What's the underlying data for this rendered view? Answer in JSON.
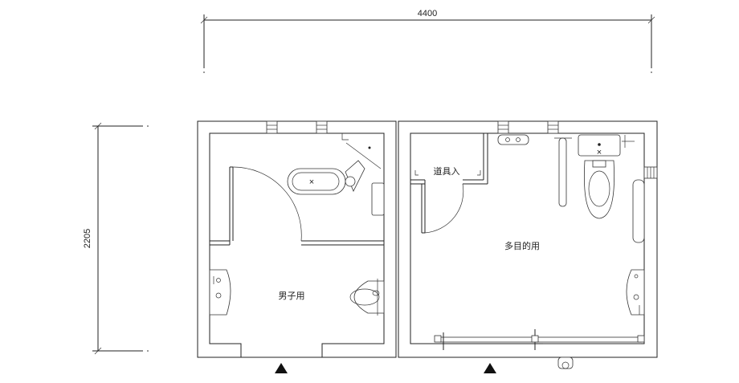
{
  "plan": {
    "dimensions": {
      "width_label": "4400",
      "height_label": "2205"
    },
    "rooms": {
      "mens_label": "男子用",
      "multipurpose_label": "多目的用",
      "storage_label": "道具入"
    },
    "fixtures": {
      "toilet_mark": "×",
      "sink_mark": "×"
    },
    "colors": {
      "line": "#222222",
      "background": "#ffffff"
    }
  }
}
